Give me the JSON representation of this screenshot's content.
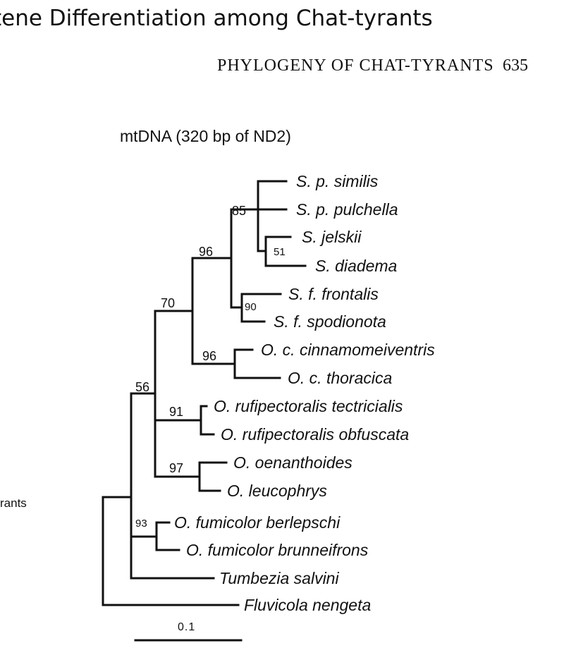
{
  "header": {
    "title": "tene Differentiation among Chat-tyrants",
    "running_head": "PHYLOGENY OF CHAT-TYRANTS",
    "page_number": "635"
  },
  "side_fragment": "rants",
  "tree": {
    "title": "mtDNA (320 bp of ND2)",
    "scale_bar_label": "0.1",
    "taxa": [
      "S. p. similis",
      "S. p. pulchella",
      "S. jelskii",
      "S. diadema",
      "S. f. frontalis",
      "S. f. spodionota",
      "O. c. cinnamomeiventris",
      "O. c. thoracica",
      "O. rufipectoralis tectricialis",
      "O. rufipectoralis obfuscata",
      "O. oenanthoides",
      "O. leucophrys",
      "O. fumicolor berlepschi",
      "O. fumicolor brunneifrons",
      "Tumbezia salvini",
      "Fluvicola nengeta"
    ],
    "support_values": [
      "85",
      "51",
      "96",
      "90",
      "70",
      "96",
      "56",
      "91",
      "97",
      "93"
    ]
  }
}
